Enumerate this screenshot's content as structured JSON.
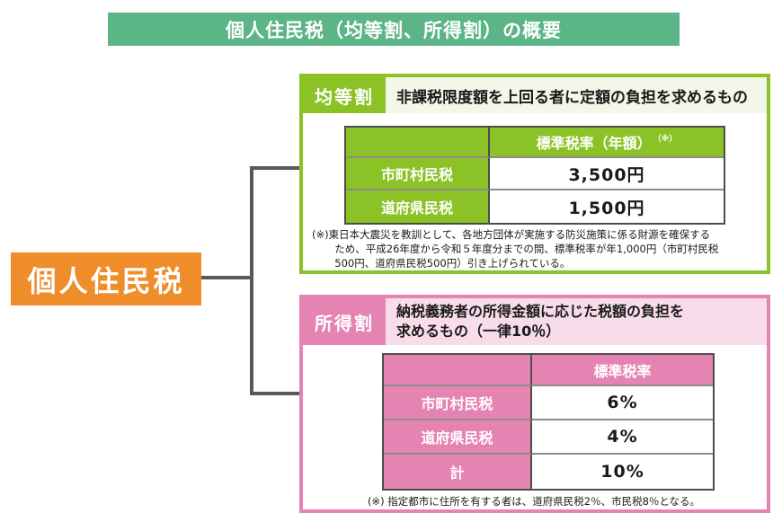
{
  "page_title": "個人住民税（均等割、所得割）の概要",
  "root": {
    "label": "個人住民税"
  },
  "colors": {
    "title_green": "#5bb586",
    "kintowari_green": "#8bc226",
    "kintowari_light_bg": "#f3f7e9",
    "shotokuwari_pink": "#e583b2",
    "shotokuwari_light_bg": "#f8dcea",
    "root_orange": "#ee8d2a",
    "connector_gray": "#595959"
  },
  "kintowari": {
    "label": "均等割",
    "description": "非課税限度額を上回る者に定額の負担を求めるもの",
    "table": {
      "col_header": "標準税率（年額）",
      "col_header_note": "（※）",
      "rows": [
        {
          "label": "市町村民税",
          "value": "3,500円"
        },
        {
          "label": "道府県民税",
          "value": "1,500円"
        }
      ]
    },
    "footnote": "(※)東日本大震災を教訓として、各地方団体が実施する防災施策に係る財源を確保する\nため、平成26年度から令和５年度分までの間、標準税率が年1,000円（市町村民税\n500円、道府県民税500円）引き上げられている。"
  },
  "shotokuwari": {
    "label": "所得割",
    "description": "納税義務者の所得金額に応じた税額の負担を\n求めるもの（一律10％）",
    "table": {
      "col_header": "標準税率",
      "rows": [
        {
          "label": "市町村民税",
          "value": "6%"
        },
        {
          "label": "道府県民税",
          "value": "4%"
        },
        {
          "label": "計",
          "value": "10%"
        }
      ]
    },
    "footnote": "(※) 指定都市に住所を有する者は、道府県民税2％、市民税8％となる。"
  }
}
